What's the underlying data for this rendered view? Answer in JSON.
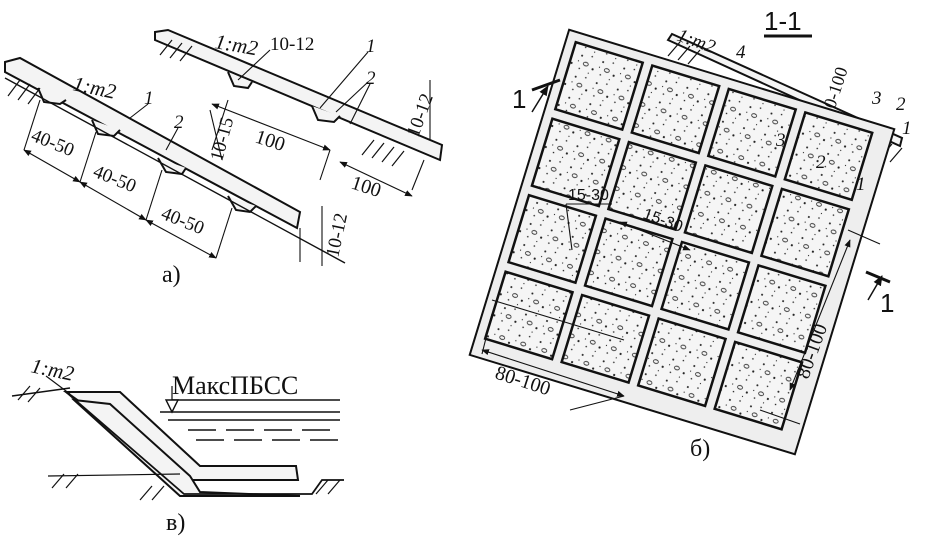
{
  "fig_a": {
    "slope_label_1": "1:m2",
    "slope_label_2": "1:m2",
    "dim_40_50_1": "40-50",
    "dim_40_50_2": "40-50",
    "dim_40_50_3": "40-50",
    "dim_10_12_top": "10-12",
    "dim_10_15": "10-15",
    "dim_100_1": "100",
    "dim_100_2": "100",
    "dim_10_12_right": "10-12",
    "dim_10_12_bottom": "10-12",
    "callout_1a": "1",
    "callout_2a": "2",
    "callout_1b": "1",
    "callout_2b": "2",
    "caption": "а)"
  },
  "fig_b": {
    "section_label": "1-1",
    "slope_label": "1:m2",
    "callout_4": "4",
    "dim_60_100": "60-100",
    "callout_3_section": "3",
    "callout_2_section": "2",
    "callout_1_section": "1",
    "section_mark_left": "1",
    "section_mark_right": "1",
    "callout_3": "3",
    "callout_2": "2",
    "callout_1": "1",
    "dim_15_30_1": "15-30",
    "dim_15_30_2": "15-30",
    "dim_80_100_left": "80-100",
    "dim_80_100_right": "80-100",
    "caption": "б)"
  },
  "fig_v": {
    "slope_label": "1:m2",
    "water_level": "МаксПБСС",
    "caption": "в)"
  }
}
